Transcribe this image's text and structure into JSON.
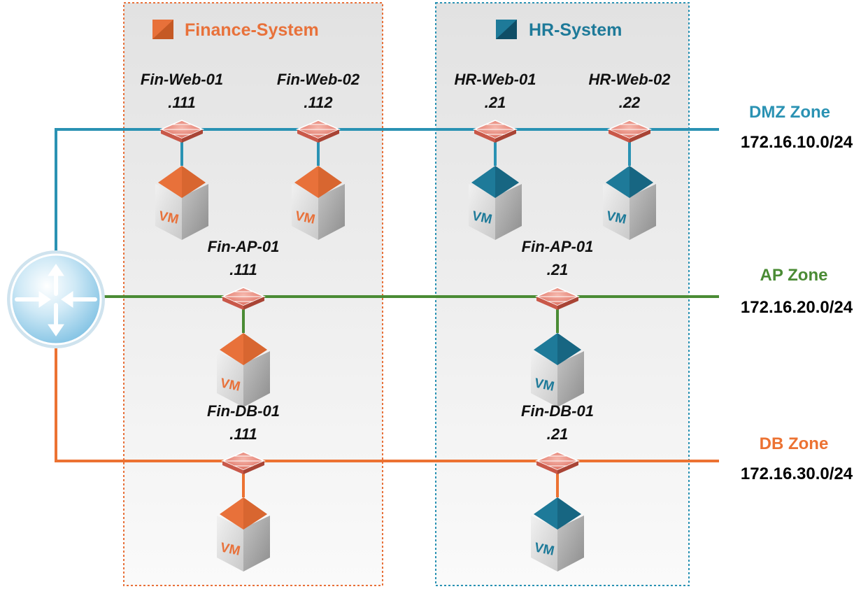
{
  "colors": {
    "finance": "#e8713a",
    "hr": "#1e7a99",
    "dmz": "#2a92b3",
    "ap": "#4a8b34",
    "db": "#ec7232"
  },
  "systems": {
    "finance": {
      "title": "Finance-System",
      "icon": "orange-square-icon"
    },
    "hr": {
      "title": "HR-System",
      "icon": "blue-square-icon"
    }
  },
  "vms": {
    "fin_web_01": {
      "name": "Fin-Web-01",
      "ip": ".111"
    },
    "fin_web_02": {
      "name": "Fin-Web-02",
      "ip": ".112"
    },
    "hr_web_01": {
      "name": "HR-Web-01",
      "ip": ".21"
    },
    "hr_web_02": {
      "name": "HR-Web-02",
      "ip": ".22"
    },
    "fin_ap_01": {
      "name": "Fin-AP-01",
      "ip": ".111"
    },
    "hr_ap_01": {
      "name": "Fin-AP-01",
      "ip": ".21"
    },
    "fin_db_01": {
      "name": "Fin-DB-01",
      "ip": ".111"
    },
    "hr_db_01": {
      "name": "Fin-DB-01",
      "ip": ".21"
    }
  },
  "vm_label": "VM",
  "zones": {
    "dmz": {
      "name": "DMZ Zone",
      "subnet": "172.16.10.0/24"
    },
    "ap": {
      "name": "AP Zone",
      "subnet": "172.16.20.0/24"
    },
    "db": {
      "name": "DB Zone",
      "subnet": "172.16.30.0/24"
    }
  },
  "icons": {
    "router": "router-icon",
    "firewall": "firewall-icon",
    "vm": "vm-cube-icon"
  }
}
